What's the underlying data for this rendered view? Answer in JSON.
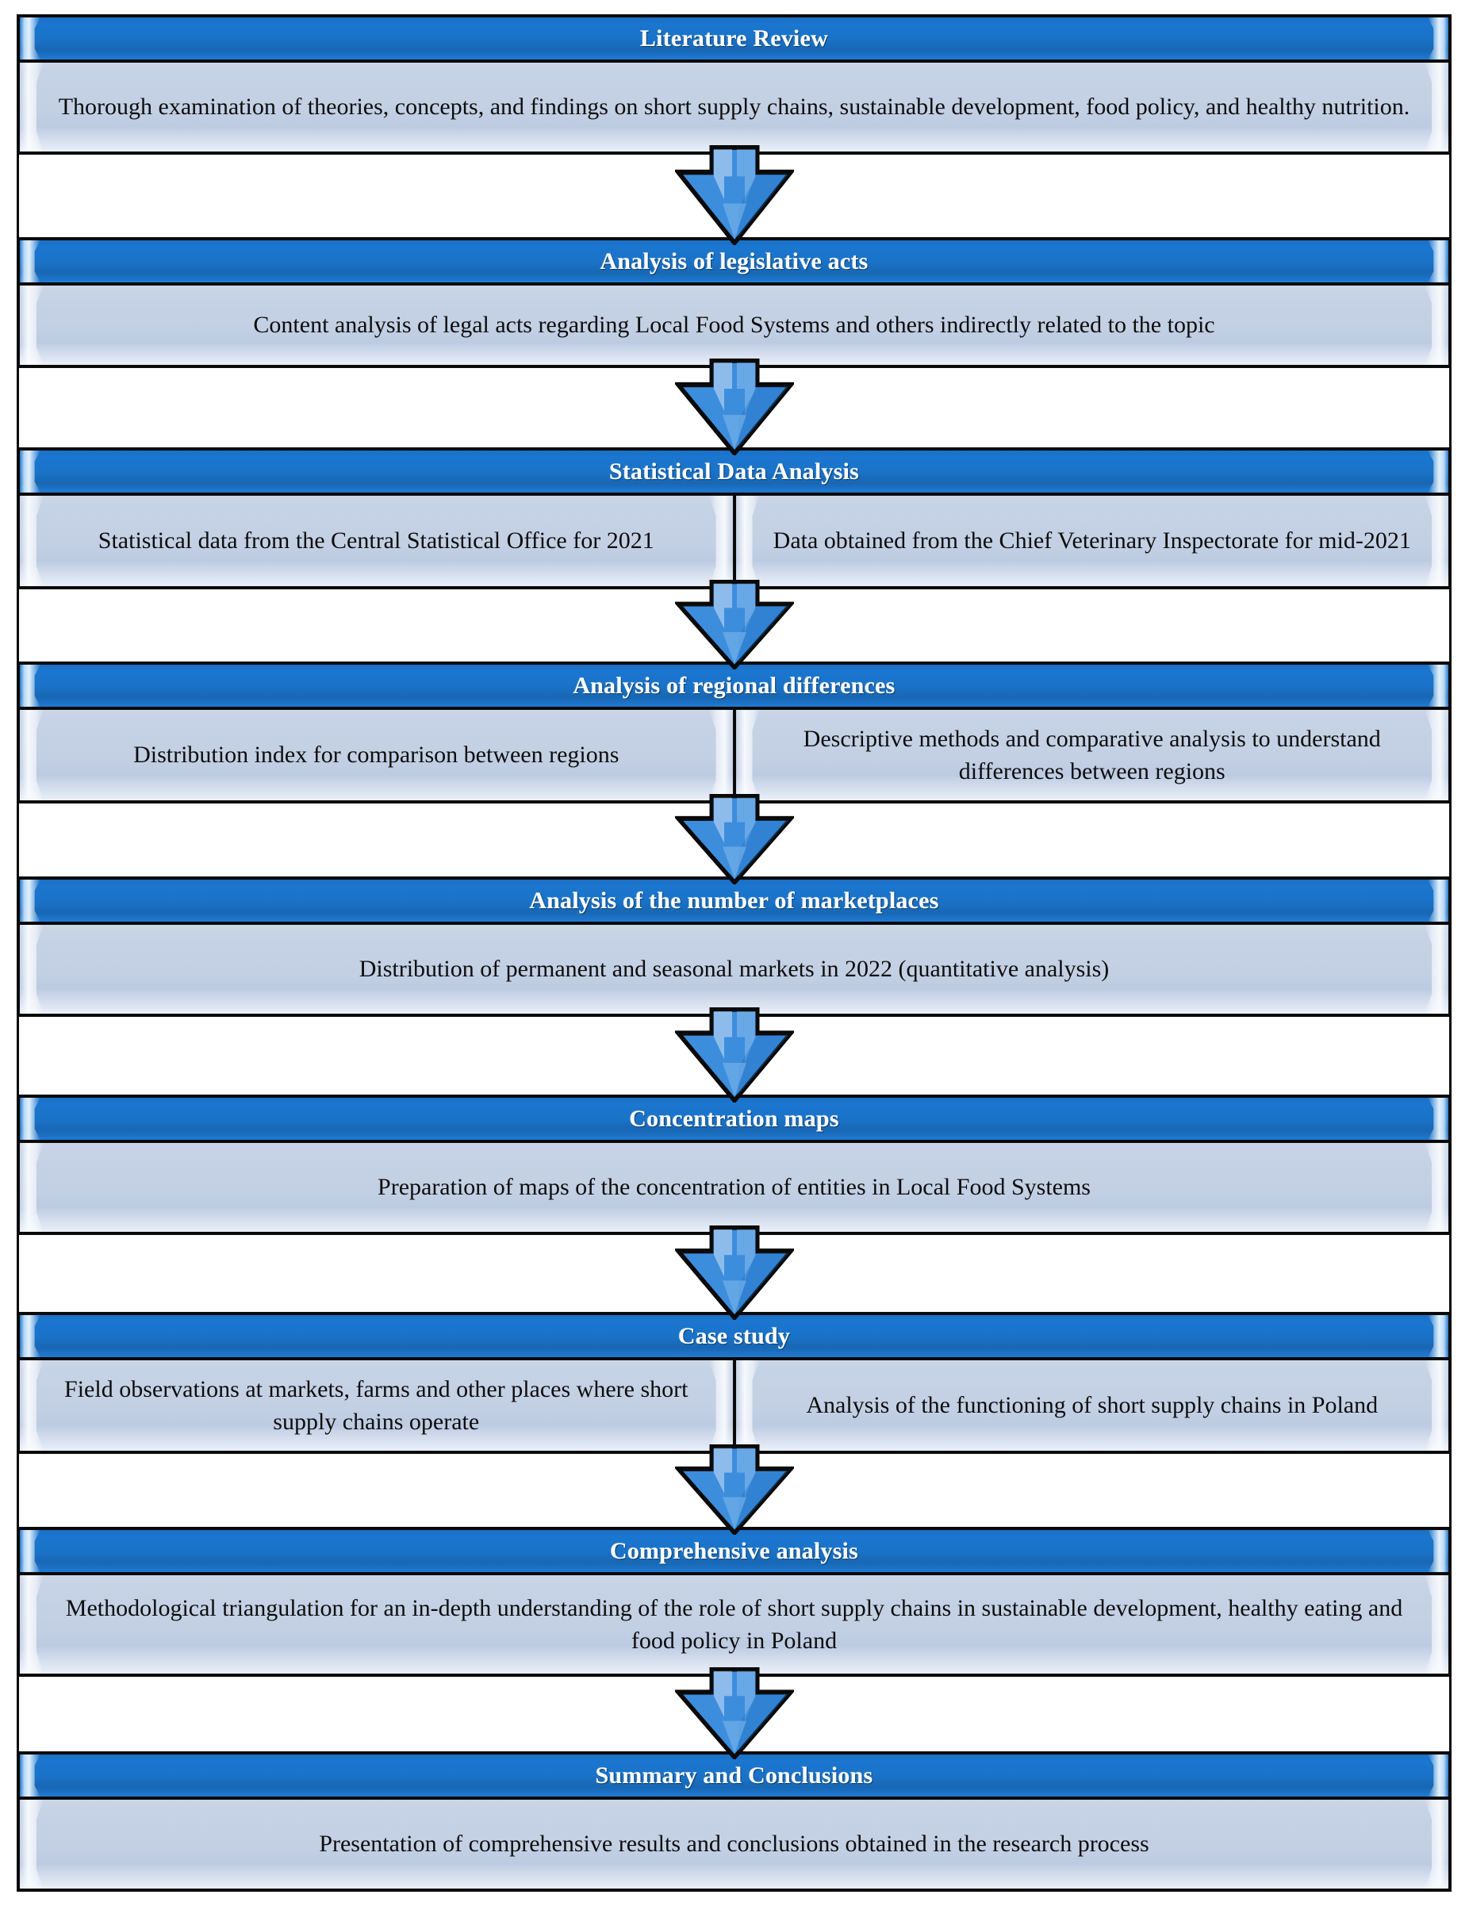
{
  "diagram": {
    "title": "Research methodology flowchart",
    "colors": {
      "header_blue": "#1a73c8",
      "panel_fill": "#c3d0e4",
      "outline": "#0a0a0a",
      "header_text": "#ffffff",
      "panel_text": "#0d0d0d",
      "arrow_blue": "#2f86d8"
    },
    "connector": {
      "icon": "down-arrow-icon",
      "count": 8
    },
    "stages": [
      {
        "header": "Literature Review",
        "panels": [
          "Thorough examination of theories, concepts, and findings on short supply chains, sustainable development, food policy, and healthy nutrition."
        ]
      },
      {
        "header": "Analysis of legislative acts",
        "panels": [
          "Content analysis of legal acts regarding Local Food Systems and others indirectly related to the topic"
        ]
      },
      {
        "header": "Statistical Data Analysis",
        "panels": [
          "Statistical data from the Central Statistical Office for 2021",
          "Data obtained from the Chief Veterinary Inspectorate for mid-2021"
        ]
      },
      {
        "header": "Analysis of regional differences",
        "panels": [
          "Distribution index for comparison between regions",
          "Descriptive methods and comparative analysis to understand differences between regions"
        ]
      },
      {
        "header": "Analysis of the number of marketplaces",
        "panels": [
          "Distribution of permanent and seasonal markets in 2022 (quantitative analysis)"
        ]
      },
      {
        "header": "Concentration maps",
        "panels": [
          "Preparation of maps of the concentration of entities in Local Food Systems"
        ]
      },
      {
        "header": "Case study",
        "panels": [
          "Field observations at markets, farms and other places where short supply chains operate",
          "Analysis of the functioning of short supply chains in Poland"
        ]
      },
      {
        "header": "Comprehensive analysis",
        "panels": [
          "Methodological triangulation for an in-depth understanding of the role of short supply chains in sustainable development, healthy eating and food policy in Poland"
        ]
      },
      {
        "header": "Summary and Conclusions",
        "panels": [
          "Presentation of comprehensive results and conclusions obtained in the research process"
        ]
      }
    ]
  }
}
